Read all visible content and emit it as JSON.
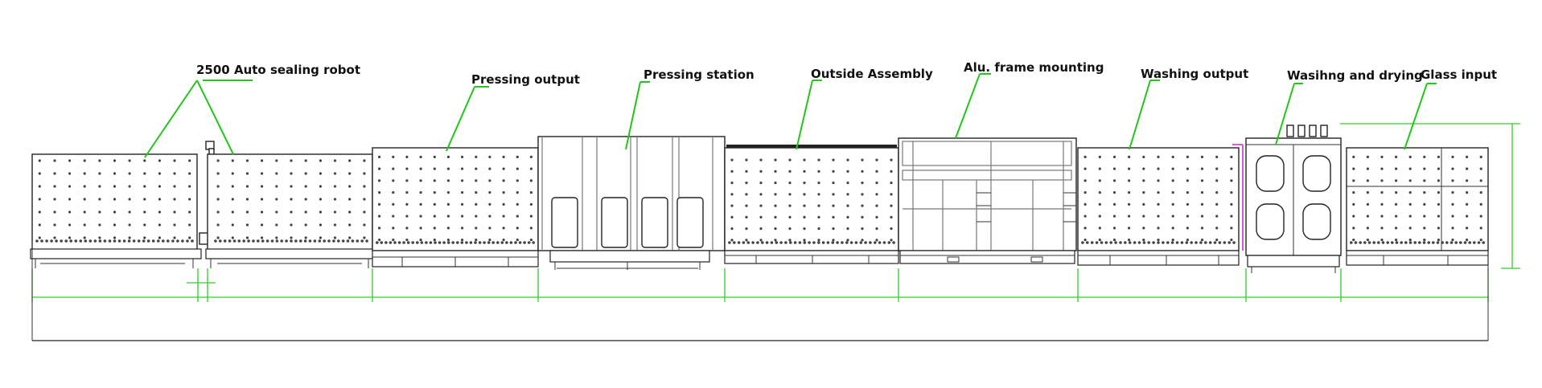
{
  "diagram": {
    "title": "",
    "colors": {
      "leader": "#22c51a",
      "dimension": "#33cc2b",
      "outline": "#222222",
      "accent": "#cc33cc",
      "label": "#111111"
    },
    "labels": {
      "robot": "2500 Auto sealing robot",
      "pressing_output": "Pressing output",
      "pressing_station": "Pressing station",
      "outside_assembly": "Outside Assembly",
      "alu_frame": "Alu. frame mounting",
      "washing_output": "Washing output",
      "washing_drying": "Wasihng and drying",
      "glass_input": "Glass input"
    }
  }
}
